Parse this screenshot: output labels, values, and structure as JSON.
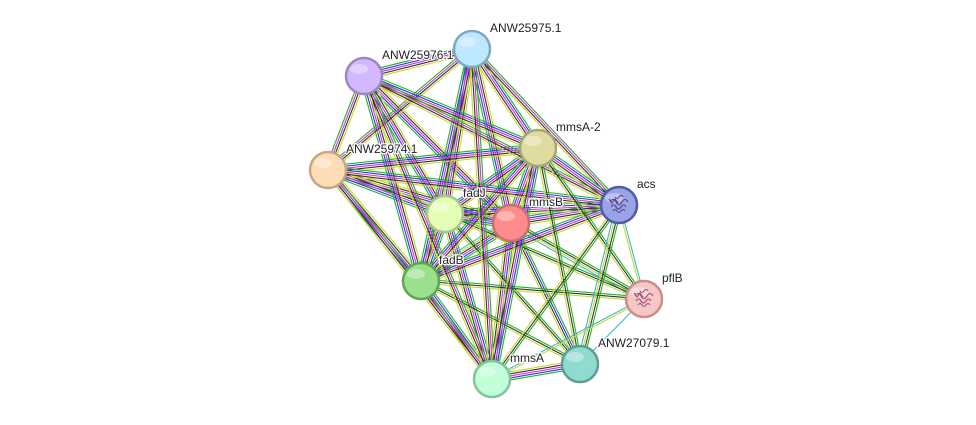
{
  "network": {
    "nodes": [
      {
        "id": "mmsB",
        "label": "mmsB",
        "fill": "#ff8c8c",
        "stroke": "#c96f6f",
        "structure": false
      },
      {
        "id": "fadJ",
        "label": "fadJ",
        "fill": "#e3ffb5",
        "stroke": "#a7c48a",
        "structure": false
      },
      {
        "id": "fadB",
        "label": "fadB",
        "fill": "#9be08c",
        "stroke": "#5ea650",
        "structure": false
      },
      {
        "id": "ANW25974.1",
        "label": "ANW25974.1",
        "fill": "#ffdcb8",
        "stroke": "#c7a585",
        "structure": false
      },
      {
        "id": "ANW25976.1",
        "label": "ANW25976.1",
        "fill": "#d2b8ff",
        "stroke": "#9c86c4",
        "structure": false
      },
      {
        "id": "ANW25975.1",
        "label": "ANW25975.1",
        "fill": "#bde8ff",
        "stroke": "#7fa9c2",
        "structure": false
      },
      {
        "id": "mmsA-2",
        "label": "mmsA-2",
        "fill": "#dedca0",
        "stroke": "#a8a672",
        "structure": false
      },
      {
        "id": "acs",
        "label": "acs",
        "fill": "#9aa3e6",
        "stroke": "#4f5aa8",
        "structure": true
      },
      {
        "id": "pflB",
        "label": "pflB",
        "fill": "#f7c7c7",
        "stroke": "#c48f8f",
        "structure": true
      },
      {
        "id": "ANW27079.1",
        "label": "ANW27079.1",
        "fill": "#8fdbd2",
        "stroke": "#5a9e96",
        "structure": false
      },
      {
        "id": "mmsA",
        "label": "mmsA",
        "fill": "#c2ffd9",
        "stroke": "#7fc49a",
        "structure": false
      }
    ],
    "edge_colors": {
      "green": "#1fb61f",
      "blue": "#3232e6",
      "magenta": "#d431d4",
      "black": "#333333",
      "yellow": "#c8d830",
      "cyan": "#3cb8cc",
      "lightblue": "#7fa8e0"
    },
    "edges": [
      {
        "a": "mmsB",
        "b": "fadJ",
        "types": [
          "green",
          "blue",
          "magenta",
          "black",
          "yellow",
          "cyan"
        ]
      },
      {
        "a": "mmsB",
        "b": "fadB",
        "types": [
          "green",
          "blue",
          "magenta",
          "black",
          "yellow",
          "cyan"
        ]
      },
      {
        "a": "mmsB",
        "b": "ANW25974.1",
        "types": [
          "green",
          "blue",
          "magenta",
          "black",
          "yellow"
        ]
      },
      {
        "a": "mmsB",
        "b": "ANW25976.1",
        "types": [
          "green",
          "blue",
          "magenta",
          "black",
          "yellow"
        ]
      },
      {
        "a": "mmsB",
        "b": "ANW25975.1",
        "types": [
          "green",
          "blue",
          "magenta",
          "black",
          "yellow"
        ]
      },
      {
        "a": "mmsB",
        "b": "mmsA-2",
        "types": [
          "green",
          "blue",
          "magenta",
          "black",
          "yellow",
          "cyan"
        ]
      },
      {
        "a": "mmsB",
        "b": "acs",
        "types": [
          "green",
          "blue",
          "magenta",
          "black",
          "yellow"
        ]
      },
      {
        "a": "mmsB",
        "b": "pflB",
        "types": [
          "green",
          "black",
          "yellow",
          "cyan"
        ]
      },
      {
        "a": "mmsB",
        "b": "ANW27079.1",
        "types": [
          "green",
          "blue",
          "black",
          "yellow"
        ]
      },
      {
        "a": "mmsB",
        "b": "mmsA",
        "types": [
          "green",
          "blue",
          "magenta",
          "black",
          "yellow"
        ]
      },
      {
        "a": "fadJ",
        "b": "fadB",
        "types": [
          "green",
          "blue",
          "magenta",
          "black",
          "yellow",
          "cyan"
        ]
      },
      {
        "a": "fadJ",
        "b": "ANW25974.1",
        "types": [
          "green",
          "blue",
          "magenta",
          "black",
          "yellow"
        ]
      },
      {
        "a": "fadJ",
        "b": "ANW25976.1",
        "types": [
          "green",
          "blue",
          "magenta",
          "black",
          "yellow"
        ]
      },
      {
        "a": "fadJ",
        "b": "ANW25975.1",
        "types": [
          "green",
          "blue",
          "magenta",
          "black",
          "yellow"
        ]
      },
      {
        "a": "fadJ",
        "b": "mmsA-2",
        "types": [
          "green",
          "blue",
          "magenta",
          "black",
          "yellow"
        ]
      },
      {
        "a": "fadJ",
        "b": "acs",
        "types": [
          "green",
          "blue",
          "magenta",
          "black",
          "yellow"
        ]
      },
      {
        "a": "fadJ",
        "b": "pflB",
        "types": [
          "green",
          "black",
          "yellow"
        ]
      },
      {
        "a": "fadJ",
        "b": "ANW27079.1",
        "types": [
          "green",
          "black",
          "yellow"
        ]
      },
      {
        "a": "fadJ",
        "b": "mmsA",
        "types": [
          "green",
          "blue",
          "magenta",
          "black",
          "yellow"
        ]
      },
      {
        "a": "fadB",
        "b": "ANW25974.1",
        "types": [
          "green",
          "blue",
          "magenta",
          "black",
          "yellow"
        ]
      },
      {
        "a": "fadB",
        "b": "ANW25976.1",
        "types": [
          "green",
          "blue",
          "magenta",
          "black",
          "yellow"
        ]
      },
      {
        "a": "fadB",
        "b": "ANW25975.1",
        "types": [
          "green",
          "blue",
          "magenta",
          "black",
          "yellow"
        ]
      },
      {
        "a": "fadB",
        "b": "mmsA-2",
        "types": [
          "green",
          "blue",
          "magenta",
          "black",
          "yellow"
        ]
      },
      {
        "a": "fadB",
        "b": "acs",
        "types": [
          "green",
          "blue",
          "magenta",
          "black",
          "yellow"
        ]
      },
      {
        "a": "fadB",
        "b": "pflB",
        "types": [
          "green",
          "black",
          "yellow"
        ]
      },
      {
        "a": "fadB",
        "b": "ANW27079.1",
        "types": [
          "green",
          "black",
          "yellow"
        ]
      },
      {
        "a": "fadB",
        "b": "mmsA",
        "types": [
          "green",
          "blue",
          "magenta",
          "black",
          "yellow"
        ]
      },
      {
        "a": "ANW25974.1",
        "b": "ANW25976.1",
        "types": [
          "green",
          "magenta",
          "black",
          "yellow"
        ]
      },
      {
        "a": "ANW25974.1",
        "b": "ANW25975.1",
        "types": [
          "green",
          "magenta",
          "black",
          "yellow"
        ]
      },
      {
        "a": "ANW25974.1",
        "b": "mmsA-2",
        "types": [
          "green",
          "blue",
          "magenta",
          "black",
          "yellow"
        ]
      },
      {
        "a": "ANW25974.1",
        "b": "acs",
        "types": [
          "green",
          "blue",
          "magenta",
          "black",
          "yellow"
        ]
      },
      {
        "a": "ANW25974.1",
        "b": "mmsA",
        "types": [
          "green",
          "magenta",
          "black",
          "yellow"
        ]
      },
      {
        "a": "ANW25976.1",
        "b": "ANW25975.1",
        "types": [
          "green",
          "blue",
          "magenta",
          "black",
          "yellow"
        ]
      },
      {
        "a": "ANW25976.1",
        "b": "mmsA-2",
        "types": [
          "green",
          "blue",
          "magenta",
          "black",
          "yellow"
        ]
      },
      {
        "a": "ANW25976.1",
        "b": "acs",
        "types": [
          "green",
          "magenta",
          "black",
          "yellow"
        ]
      },
      {
        "a": "ANW25976.1",
        "b": "mmsA",
        "types": [
          "green",
          "magenta",
          "black",
          "yellow"
        ]
      },
      {
        "a": "ANW25975.1",
        "b": "mmsA-2",
        "types": [
          "green",
          "blue",
          "magenta",
          "black",
          "yellow"
        ]
      },
      {
        "a": "ANW25975.1",
        "b": "acs",
        "types": [
          "green",
          "magenta",
          "black",
          "yellow"
        ]
      },
      {
        "a": "ANW25975.1",
        "b": "mmsA",
        "types": [
          "green",
          "magenta",
          "black",
          "yellow"
        ]
      },
      {
        "a": "mmsA-2",
        "b": "acs",
        "types": [
          "green",
          "blue",
          "magenta",
          "black",
          "yellow"
        ]
      },
      {
        "a": "mmsA-2",
        "b": "pflB",
        "types": [
          "green",
          "black",
          "yellow"
        ]
      },
      {
        "a": "mmsA-2",
        "b": "ANW27079.1",
        "types": [
          "green",
          "black",
          "yellow"
        ]
      },
      {
        "a": "mmsA-2",
        "b": "mmsA",
        "types": [
          "green",
          "blue",
          "magenta",
          "black",
          "yellow"
        ]
      },
      {
        "a": "acs",
        "b": "pflB",
        "types": [
          "cyan",
          "yellow"
        ]
      },
      {
        "a": "acs",
        "b": "ANW27079.1",
        "types": [
          "green",
          "black",
          "yellow",
          "cyan"
        ]
      },
      {
        "a": "acs",
        "b": "mmsA",
        "types": [
          "green",
          "black",
          "yellow"
        ]
      },
      {
        "a": "pflB",
        "b": "ANW27079.1",
        "types": [
          "cyan"
        ]
      },
      {
        "a": "pflB",
        "b": "mmsA",
        "types": [
          "yellow",
          "cyan"
        ]
      },
      {
        "a": "ANW27079.1",
        "b": "mmsA",
        "types": [
          "green",
          "blue",
          "magenta",
          "black",
          "yellow"
        ]
      }
    ]
  }
}
